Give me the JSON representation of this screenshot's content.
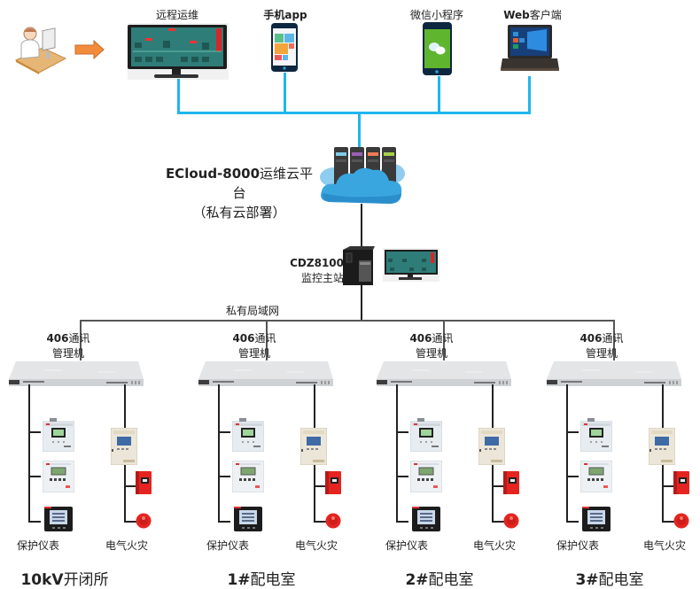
{
  "title": "ECloud-8000运维云平台 系统架构",
  "clients": [
    {
      "id": "remote",
      "label": "远程运维",
      "icon": "monitor-icon"
    },
    {
      "id": "app",
      "label_bold": "",
      "label": "手机app",
      "icon": "smartphone-app-icon"
    },
    {
      "id": "wechat",
      "label": "微信小程序",
      "icon": "smartphone-wechat-icon"
    },
    {
      "id": "web",
      "label_bold": "Web",
      "label": "客户端",
      "icon": "laptop-icon"
    }
  ],
  "operator": {
    "icon": "operator-at-computer-icon",
    "arrow": "arrow-right-icon"
  },
  "cloud": {
    "name_bold": "ECloud-8000",
    "name": "运维云平台",
    "sub": "（私有云部署）",
    "server_colors": [
      "#7ecbe8",
      "#9a5fb5",
      "#f07a55",
      "#a8cf4a"
    ]
  },
  "master_station": {
    "model": "CDZ8100",
    "name": "监控主站"
  },
  "network": {
    "label": "私有局域网"
  },
  "sites": [
    {
      "name_bold": "10kV",
      "name": "开闭所",
      "gateway_bold": "406",
      "gateway_line1": "通讯",
      "gateway_line2": "管理机",
      "left_group": "保护仪表",
      "right_group": "电气火灾"
    },
    {
      "name_bold": "1#",
      "name": "配电室",
      "gateway_bold": "406",
      "gateway_line1": "通讯",
      "gateway_line2": "管理机",
      "left_group": "保护仪表",
      "right_group": "电气火灾"
    },
    {
      "name_bold": "2#",
      "name": "配电室",
      "gateway_bold": "406",
      "gateway_line1": "通讯",
      "gateway_line2": "管理机",
      "left_group": "保护仪表",
      "right_group": "电气火灾"
    },
    {
      "name_bold": "3#",
      "name": "配电室",
      "gateway_bold": "406",
      "gateway_line1": "通讯",
      "gateway_line2": "管理机",
      "left_group": "保护仪表",
      "right_group": "电气火灾"
    }
  ],
  "colors": {
    "client_bus": "#1fb6ee",
    "lan": "#555555",
    "arrow": "#f28c3b",
    "cloud": "#3aa6df"
  }
}
